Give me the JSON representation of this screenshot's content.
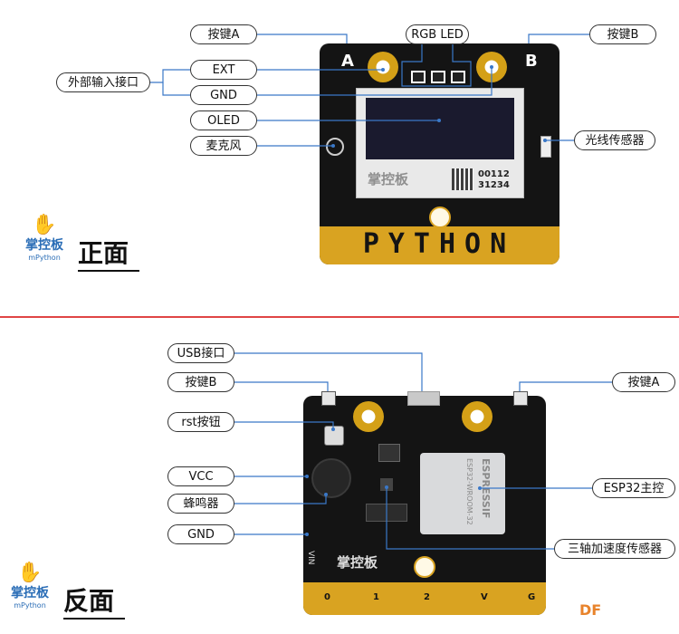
{
  "front": {
    "labels": {
      "button_a": "按键A",
      "rgb_led": "RGB LED",
      "button_b": "按键B",
      "ext_input": "外部输入接口",
      "ext": "EXT",
      "gnd": "GND",
      "oled": "OLED",
      "mic": "麦克风",
      "light_sensor": "光线传感器"
    },
    "board": {
      "letter_a": "A",
      "letter_b": "B",
      "qr_text_line1": "00112",
      "qr_text_line2": "31234",
      "silk_logo": "掌控板",
      "python_text": "PYTHON"
    },
    "title": "正面"
  },
  "back": {
    "labels": {
      "usb": "USB接口",
      "button_b": "按键B",
      "button_a": "按键A",
      "rst": "rst按钮",
      "vcc": "VCC",
      "buzzer": "蜂鸣器",
      "gnd": "GND",
      "esp32": "ESP32主控",
      "accel": "三轴加速度传感器"
    },
    "board": {
      "chip_mark": "ESPRESSIF",
      "chip_model": "ESP32-WROOM-32",
      "silk_logo": "掌控板",
      "vin": "VIN",
      "pins": [
        "0",
        "1",
        "2",
        "V",
        "G"
      ]
    },
    "title": "反面"
  },
  "brand": {
    "name_cn": "掌控板",
    "name_en": "mPython"
  },
  "watermark": "DF",
  "colors": {
    "board": "#141414",
    "gold": "#d9a321",
    "leader": "#3a78c8",
    "separator": "#e04545",
    "brand": "#2a6db6"
  }
}
